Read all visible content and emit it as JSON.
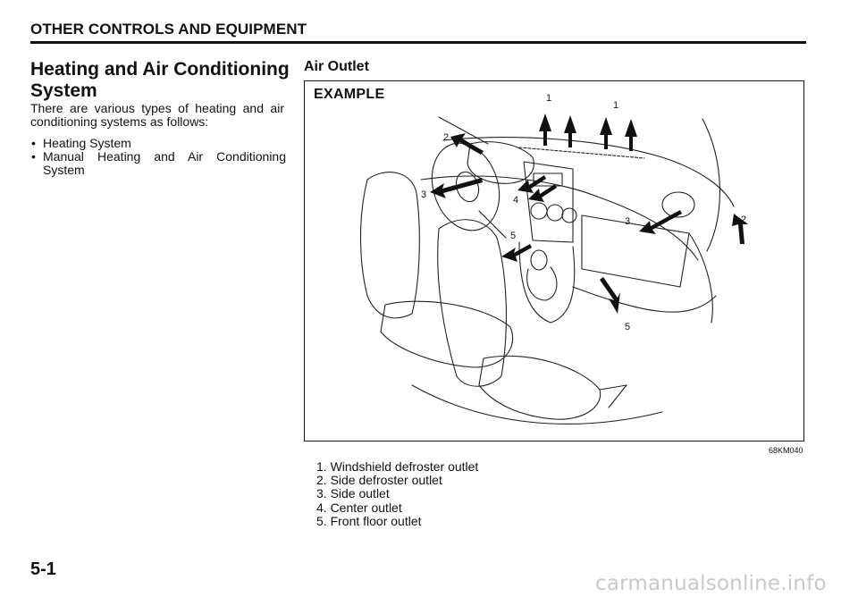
{
  "header": {
    "section_title": "OTHER CONTROLS AND EQUIPMENT"
  },
  "left": {
    "heading": "Heating and Air Conditioning System",
    "intro": "There are various types of heating and air conditioning systems as follows:",
    "bullet_glyph": "•",
    "systems": [
      "Heating System",
      "Manual Heating and Air Conditioning System"
    ]
  },
  "right": {
    "heading": "Air Outlet",
    "figure": {
      "label": "EXAMPLE",
      "code": "68KM040",
      "callouts": [
        "1",
        "1",
        "2",
        "2",
        "3",
        "3",
        "4",
        "5",
        "5"
      ]
    },
    "legend": [
      "1. Windshield defroster outlet",
      "2. Side defroster outlet",
      "3. Side outlet",
      "4. Center outlet",
      "5. Front floor outlet"
    ]
  },
  "footer": {
    "page_number": "5-1",
    "watermark": "carmanualsonline.info"
  }
}
